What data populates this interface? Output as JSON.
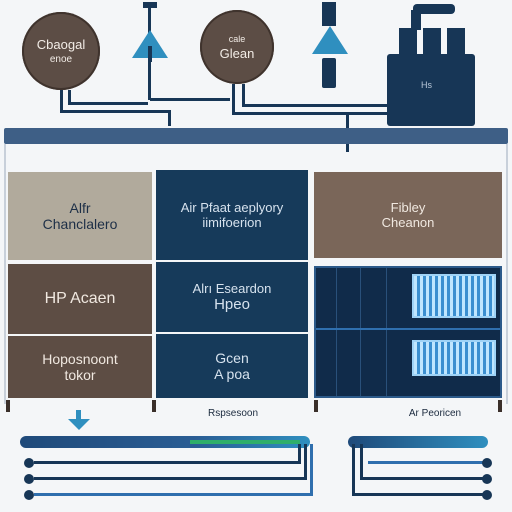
{
  "top": {
    "circle_left": {
      "line1": "Cbaogal",
      "line2": "enoe"
    },
    "circle_mid": {
      "line1": "cale",
      "line2": "Glean"
    },
    "tank_label": "Hs"
  },
  "grid": {
    "r1c1": {
      "line1": "Alfr",
      "line2": "Chanclalero"
    },
    "r1c2": {
      "line1": "Air Pfaat aeplyory",
      "line2": "iimifoerion"
    },
    "r1c3": {
      "line1": "Fibley",
      "line2": "Cheanon"
    },
    "r2c1": {
      "line1": "HP Acaen"
    },
    "r2c2": {
      "line1": "Alrı Eseardon",
      "line2": "Hpeo"
    },
    "r3c1": {
      "line1": "Hoposnoont",
      "line2": "tokor"
    },
    "r3c2": {
      "line1": "Gcen",
      "line2": "A poa"
    }
  },
  "bottom": {
    "label_mid": "Rspsesoon",
    "label_right": "Ar Peoricen"
  },
  "colors": {
    "navy": "#163a5a",
    "brown": "#5d4d44",
    "beige": "#b1aa9c",
    "accent_blue": "#2f8fbf",
    "green": "#2fae6a"
  }
}
